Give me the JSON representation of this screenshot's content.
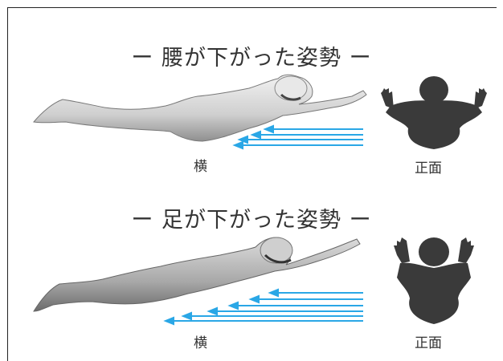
{
  "sections": [
    {
      "title": "ー 腰が下がった姿勢 ー",
      "side_label": "横",
      "front_label": "正面"
    },
    {
      "title": "ー 足が下がった姿勢 ー",
      "side_label": "横",
      "front_label": "正面"
    }
  ],
  "colors": {
    "arrow": "#2aa7e6",
    "silhouette": "#3a3a3a",
    "body_light": "#d9d9d9",
    "body_dark": "#9a9a9a"
  }
}
